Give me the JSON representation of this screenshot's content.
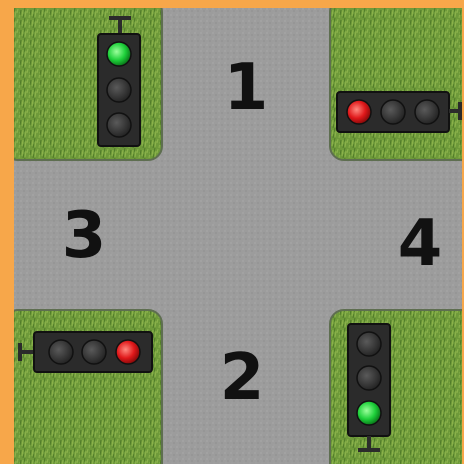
{
  "colors": {
    "background": "#F7A74A",
    "grass": "#6E9A3A",
    "road": "#9C9C9C",
    "signal_housing": "#2B2B2B",
    "green_on": "#1ED03A",
    "red_on": "#E0181A",
    "lamp_off": "#3A3A3A"
  },
  "lanes": [
    {
      "number": "1"
    },
    {
      "number": "2"
    },
    {
      "number": "3"
    },
    {
      "number": "4"
    }
  ],
  "traffic_lights": [
    {
      "id": "lane-1-signal",
      "orientation": "vertical",
      "lit": "green",
      "lamps": [
        "green",
        "off",
        "off"
      ]
    },
    {
      "id": "lane-4-signal",
      "orientation": "horizontal",
      "lit": "red",
      "lamps": [
        "red",
        "off",
        "off"
      ]
    },
    {
      "id": "lane-3-signal",
      "orientation": "horizontal",
      "lit": "red",
      "lamps": [
        "off",
        "off",
        "red"
      ]
    },
    {
      "id": "lane-2-signal",
      "orientation": "vertical",
      "lit": "green",
      "lamps": [
        "off",
        "off",
        "green"
      ]
    }
  ]
}
